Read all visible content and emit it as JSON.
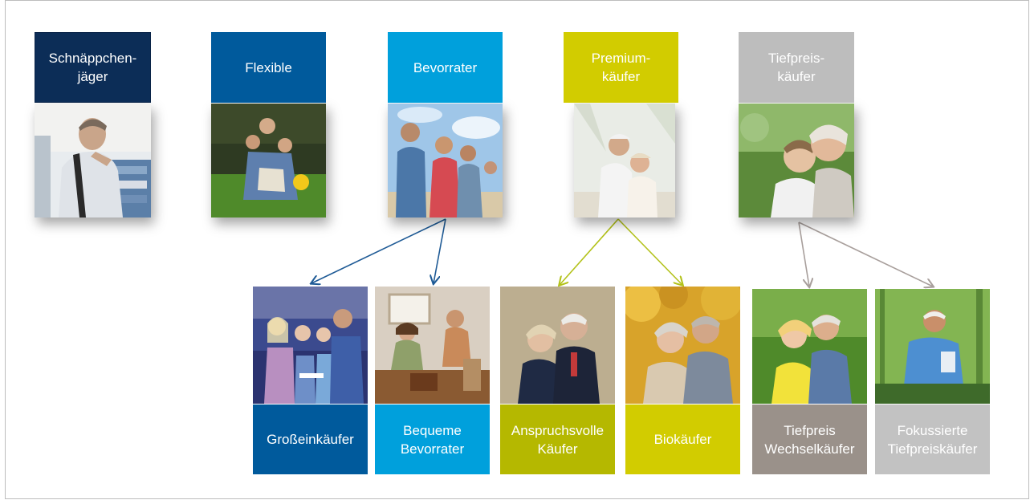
{
  "colors": {
    "navy": "#0c2d57",
    "blue": "#005a9c",
    "cyan": "#00a0dc",
    "olive": "#b5b800",
    "yellow": "#d2cc00",
    "grey": "#bdbdbd",
    "taupe": "#9a918a",
    "lightgrey": "#c2c2c2",
    "arrow_blue": "#1f5b96",
    "arrow_olive": "#b3c21a",
    "arrow_grey": "#a89f9c"
  },
  "top_segments": [
    {
      "label": "Schnäppchen-\njäger",
      "photo": "shopper-photo"
    },
    {
      "label": "Flexible",
      "photo": "family-photo"
    },
    {
      "label": "Bevorrater",
      "photo": "friends-photo"
    },
    {
      "label": "Premium-\nkäufer",
      "photo": "seniors-beach-photo"
    },
    {
      "label": "Tiefpreis-\nkäufer",
      "photo": "grandparent-photo"
    }
  ],
  "sub_segments": [
    {
      "label": "Großeinkäufer",
      "parent": "Bevorrater"
    },
    {
      "label": "Bequeme\nBevorrater",
      "parent": "Bevorrater"
    },
    {
      "label": "Anspruchsvolle\nKäufer",
      "parent": "Premium-käufer"
    },
    {
      "label": "Biokäufer",
      "parent": "Premium-käufer"
    },
    {
      "label": "Tiefpreis\nWechselkäufer",
      "parent": "Tiefpreis-käufer"
    },
    {
      "label": "Fokussierte\nTiefpreiskäufer",
      "parent": "Tiefpreis-käufer"
    }
  ]
}
